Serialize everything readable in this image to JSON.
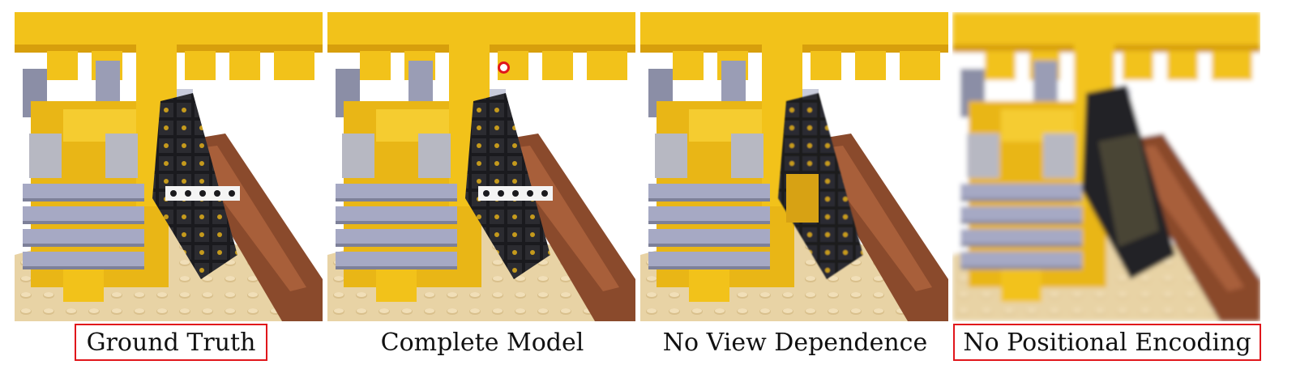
{
  "figure": {
    "panels": [
      {
        "caption": "Ground Truth",
        "highlighted": true,
        "variant": "sharp"
      },
      {
        "caption": "Complete Model",
        "highlighted": false,
        "variant": "sharp"
      },
      {
        "caption": "No View Dependence",
        "highlighted": false,
        "variant": "dull"
      },
      {
        "caption": "No Positional Encoding",
        "highlighted": true,
        "variant": "blurred"
      }
    ],
    "colors": {
      "yellow": "#f2c21a",
      "yellow_dark": "#d79f0c",
      "gray_plate": "#a6a9c4",
      "track_black": "#1a1a1e",
      "brown": "#8a4a2c",
      "base_tan": "#e8d3a5",
      "highlight_red": "#e0161b"
    }
  }
}
